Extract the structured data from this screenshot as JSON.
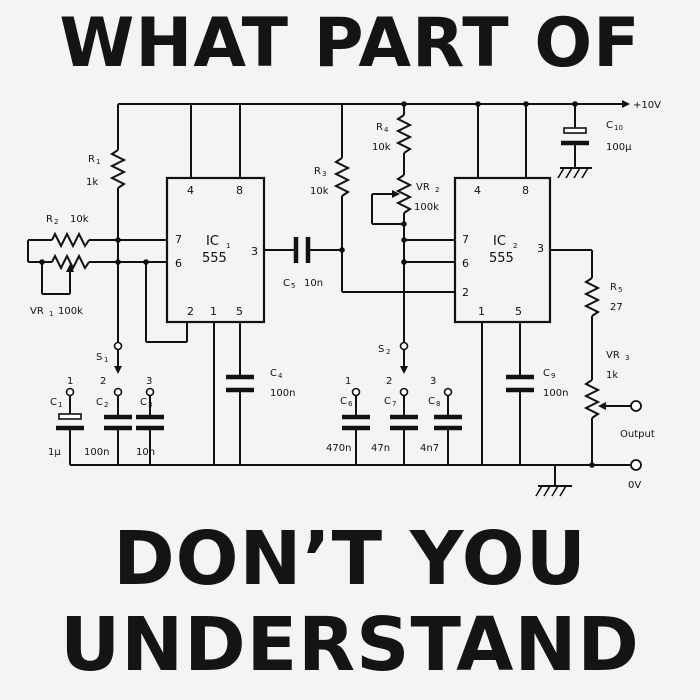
{
  "headline": {
    "top": "WHAT PART OF",
    "middle": "DON’T YOU",
    "bottom": "UNDERSTAND"
  },
  "schematic": {
    "supply_label": "+10V",
    "output_label": "Output",
    "ground_label": "0V",
    "ic1": {
      "name": "IC",
      "sub": "1",
      "type": "555",
      "pins": {
        "p4": "4",
        "p8": "8",
        "p7": "7",
        "p6": "6",
        "p3": "3",
        "p2": "2",
        "p1": "1",
        "p5": "5"
      }
    },
    "ic2": {
      "name": "IC",
      "sub": "2",
      "type": "555",
      "pins": {
        "p4": "4",
        "p8": "8",
        "p7": "7",
        "p6": "6",
        "p3": "3",
        "p2": "2",
        "p1": "1",
        "p5": "5"
      }
    },
    "r1": {
      "name": "R",
      "sub": "1",
      "value": "1k"
    },
    "r2": {
      "name": "R",
      "sub": "2",
      "value": "10k"
    },
    "r3": {
      "name": "R",
      "sub": "3",
      "value": "10k"
    },
    "r4": {
      "name": "R",
      "sub": "4",
      "value": "10k"
    },
    "r5": {
      "name": "R",
      "sub": "5",
      "value": "27"
    },
    "vr1": {
      "name": "VR",
      "sub": "1",
      "value": "100k"
    },
    "vr2": {
      "name": "VR",
      "sub": "2",
      "value": "100k"
    },
    "vr3": {
      "name": "VR",
      "sub": "3",
      "value": "1k"
    },
    "s1": {
      "name": "S",
      "sub": "1",
      "positions": [
        "1",
        "2",
        "3"
      ]
    },
    "s2": {
      "name": "S",
      "sub": "2",
      "positions": [
        "1",
        "2",
        "3"
      ]
    },
    "c1": {
      "name": "C",
      "sub": "1",
      "value": "1μ"
    },
    "c2": {
      "name": "C",
      "sub": "2",
      "value": "100n"
    },
    "c3": {
      "name": "C",
      "sub": "3",
      "value": "10n"
    },
    "c4": {
      "name": "C",
      "sub": "4",
      "value": "100n"
    },
    "c5": {
      "name": "C",
      "sub": "5",
      "value": "10n"
    },
    "c6": {
      "name": "C",
      "sub": "6",
      "value": "470n"
    },
    "c7": {
      "name": "C",
      "sub": "7",
      "value": "47n"
    },
    "c8": {
      "name": "C",
      "sub": "8",
      "value": "4n7"
    },
    "c9": {
      "name": "C",
      "sub": "9",
      "value": "100n"
    },
    "c10": {
      "name": "C",
      "sub": "10",
      "value": "100μ"
    }
  }
}
